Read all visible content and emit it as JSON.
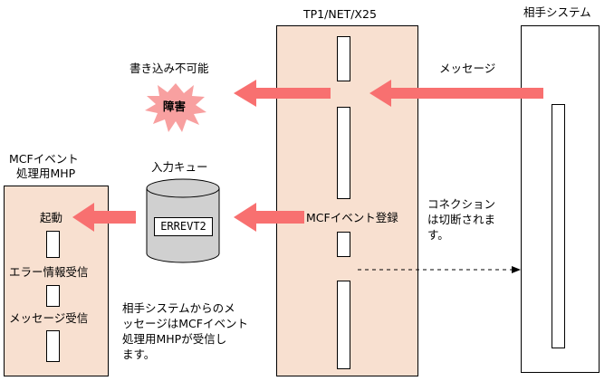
{
  "labels": {
    "tp1_title": "TP1/NET/X25",
    "partner_title": "相手システム",
    "mcf_title_line1": "MCFイベント",
    "mcf_title_line2": "処理用MHP",
    "unwritable": "書き込み不可能",
    "failure": "障害",
    "message": "メッセージ",
    "input_queue": "入力キュー",
    "queue_name": "ERREVT2",
    "mcf_event_register": "MCFイベント登録",
    "connection_line1": "コネクション",
    "connection_line2": "は切断されま",
    "connection_line3": "す。",
    "start": "起動",
    "error_info_recv": "エラー情報受信",
    "message_recv": "メッセージ受信",
    "note_line1": "相手システムからのメ",
    "note_line2": "ッセージはMCFイベント",
    "note_line3": "処理用MHPが受信し",
    "note_line4": "ます。"
  },
  "colors": {
    "arrow": "#f87070",
    "peach_fill": "#f8e0d0",
    "failure_burst": "#f8a0a0",
    "queue_fill": "#d0d0d0"
  }
}
